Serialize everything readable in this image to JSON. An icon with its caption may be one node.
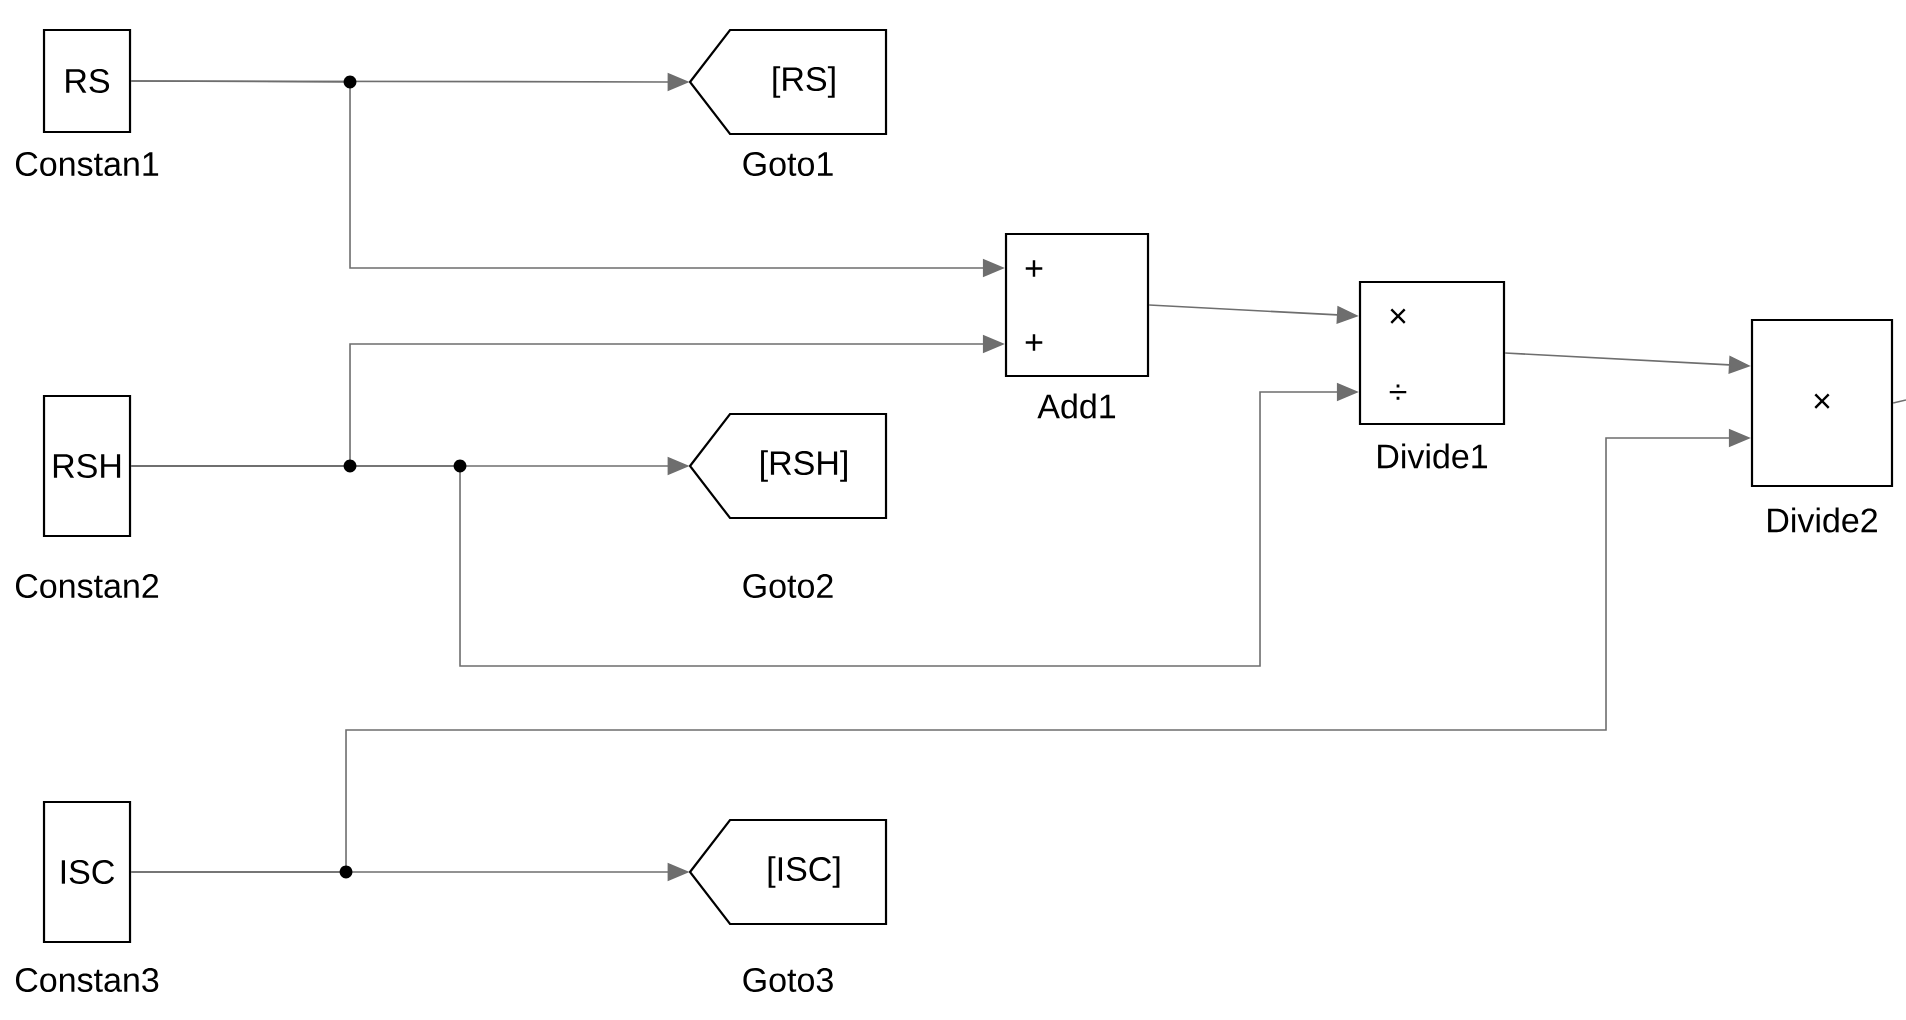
{
  "diagram": {
    "nodes": [
      {
        "text": [
          "RS"
        ],
        "beside": [
          "Constan1"
        ]
      },
      {
        "text": [
          "[RS]"
        ],
        "beside": [
          "Goto1"
        ]
      },
      {
        "text": [
          "+",
          "+"
        ],
        "beside": [
          "Add1"
        ]
      },
      {
        "text": [
          "RSH"
        ],
        "beside": [
          "Constan2"
        ]
      },
      {
        "text": [
          "[RSH]"
        ],
        "beside": [
          "Goto2"
        ]
      },
      {
        "text": [
          "×",
          "÷"
        ],
        "beside": [
          "Divide1"
        ]
      },
      {
        "text": [
          "×"
        ],
        "beside": [
          "Divide2"
        ]
      },
      {
        "text": [
          "ISC"
        ],
        "beside": [
          "Constan3"
        ]
      },
      {
        "text": [
          "[ISC]"
        ],
        "beside": [
          "Goto3"
        ]
      }
    ],
    "edges": [
      {
        "from": 0,
        "to": 1,
        "arrow": "to"
      },
      {
        "from": 0,
        "to": 2,
        "arrow": "to"
      },
      {
        "from": 3,
        "to": 2,
        "arrow": "to"
      },
      {
        "from": 3,
        "to": 4,
        "arrow": "to"
      },
      {
        "from": 3,
        "to": 5,
        "arrow": "to"
      },
      {
        "from": 2,
        "to": 5,
        "arrow": "to"
      },
      {
        "from": 5,
        "to": 6,
        "arrow": "to"
      },
      {
        "from": 7,
        "to": 6,
        "arrow": "to"
      },
      {
        "from": 7,
        "to": 8,
        "arrow": "to"
      },
      {
        "from": 6,
        "to": null,
        "arrow": "none"
      }
    ]
  }
}
